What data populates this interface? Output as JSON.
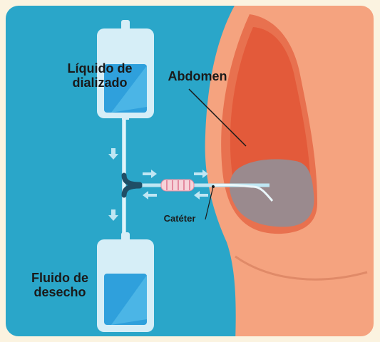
{
  "labels": {
    "dialysis_fluid": "Líquido de\ndializado",
    "abdomen": "Abdomen",
    "catheter": "Catéter",
    "waste_fluid": "Fluido de\ndesecho"
  },
  "colors": {
    "panel_background": "#2aa6c9",
    "outer_border": "#fbf3e0",
    "bag_body": "#d6eef7",
    "bag_fluid": "#2fa0dc",
    "skin": "#f5a37f",
    "abdominal_cavity": "#e35a3a",
    "catheter_coil": "#9a8a8e",
    "arrows": "#bfe6f3",
    "label_text": "#1a1a1a"
  }
}
